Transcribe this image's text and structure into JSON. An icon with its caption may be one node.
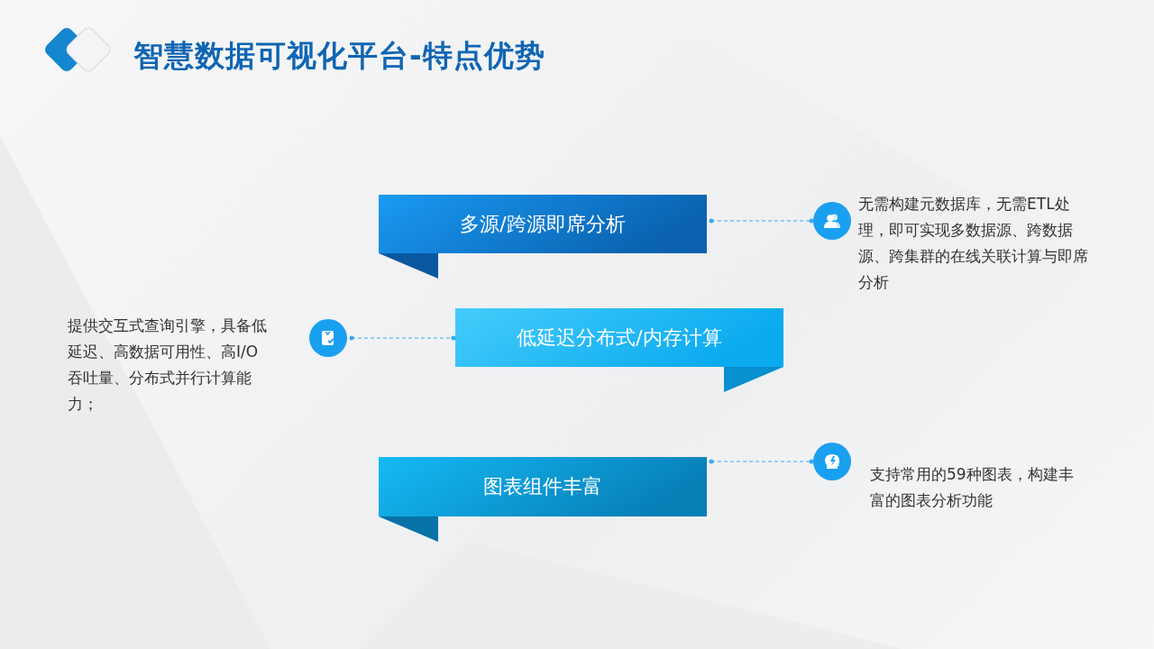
{
  "diagram": {
    "title": "智慧数据可视化平台-特点优势",
    "nodes": [
      {
        "text": [
          "多源/跨源即席分析"
        ]
      },
      {
        "text": [],
        "shape": "circle",
        "beside": [
          "无需构建元数据库，无需ETL处理，即可实现多数据源、跨数据源、跨集群的在线关联计算与即席分析"
        ]
      },
      {
        "text": [
          "低延迟分布式/内存计算"
        ]
      },
      {
        "text": [],
        "shape": "circle",
        "beside": [
          "提供交互式查询引擎，具备低延迟、高数据可用性、高I/O吞吐量、分布式并行计算能力；"
        ]
      },
      {
        "text": [
          "图表组件丰富"
        ]
      },
      {
        "text": [],
        "shape": "circle",
        "beside": [
          "支持常用的59种图表，构建丰富的图表分析功能"
        ]
      }
    ],
    "edges": [
      {
        "from": 0,
        "to": 1,
        "arrow": "other",
        "style": "dashed"
      },
      {
        "from": 3,
        "to": 2,
        "arrow": "other",
        "style": "dashed"
      },
      {
        "from": 4,
        "to": 5,
        "arrow": "other",
        "style": "dashed"
      }
    ]
  }
}
